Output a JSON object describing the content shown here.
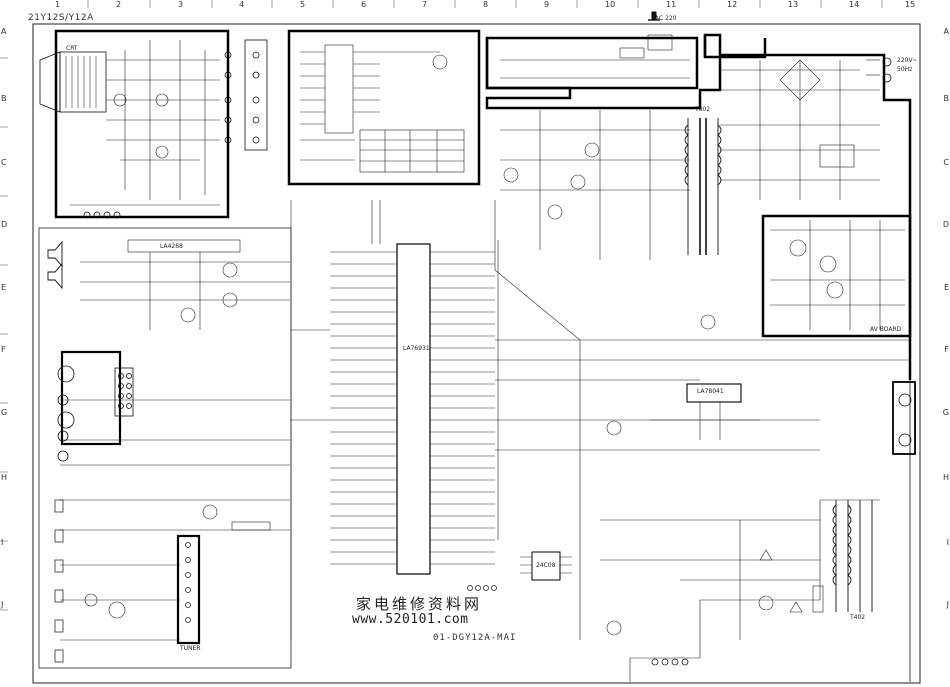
{
  "title_top_left": "21Y12S/Y12A",
  "watermark_cn": "家电维修资料网",
  "watermark_url": "www.520101.com",
  "board_id": "01-DGY12A-MAI",
  "columns": [
    "1",
    "2",
    "3",
    "4",
    "5",
    "6",
    "7",
    "8",
    "9",
    "10",
    "11",
    "12",
    "13",
    "14",
    "15"
  ],
  "rows": [
    "A",
    "B",
    "C",
    "D",
    "E",
    "F",
    "G",
    "H",
    "I",
    "J"
  ],
  "labels": {
    "ac_input": "AC 220",
    "mains": "220V~",
    "mains_freq": "50Hz",
    "fbt": "T802",
    "ic_main": "LA76931",
    "ic_audio": "LA4268",
    "ic_vert": "LA78041",
    "ic_eeprom": "24C08",
    "av_block": "AV BOARD",
    "scart_label": "TUNER",
    "crt_label": "CRT",
    "deflection_label": "T402"
  }
}
